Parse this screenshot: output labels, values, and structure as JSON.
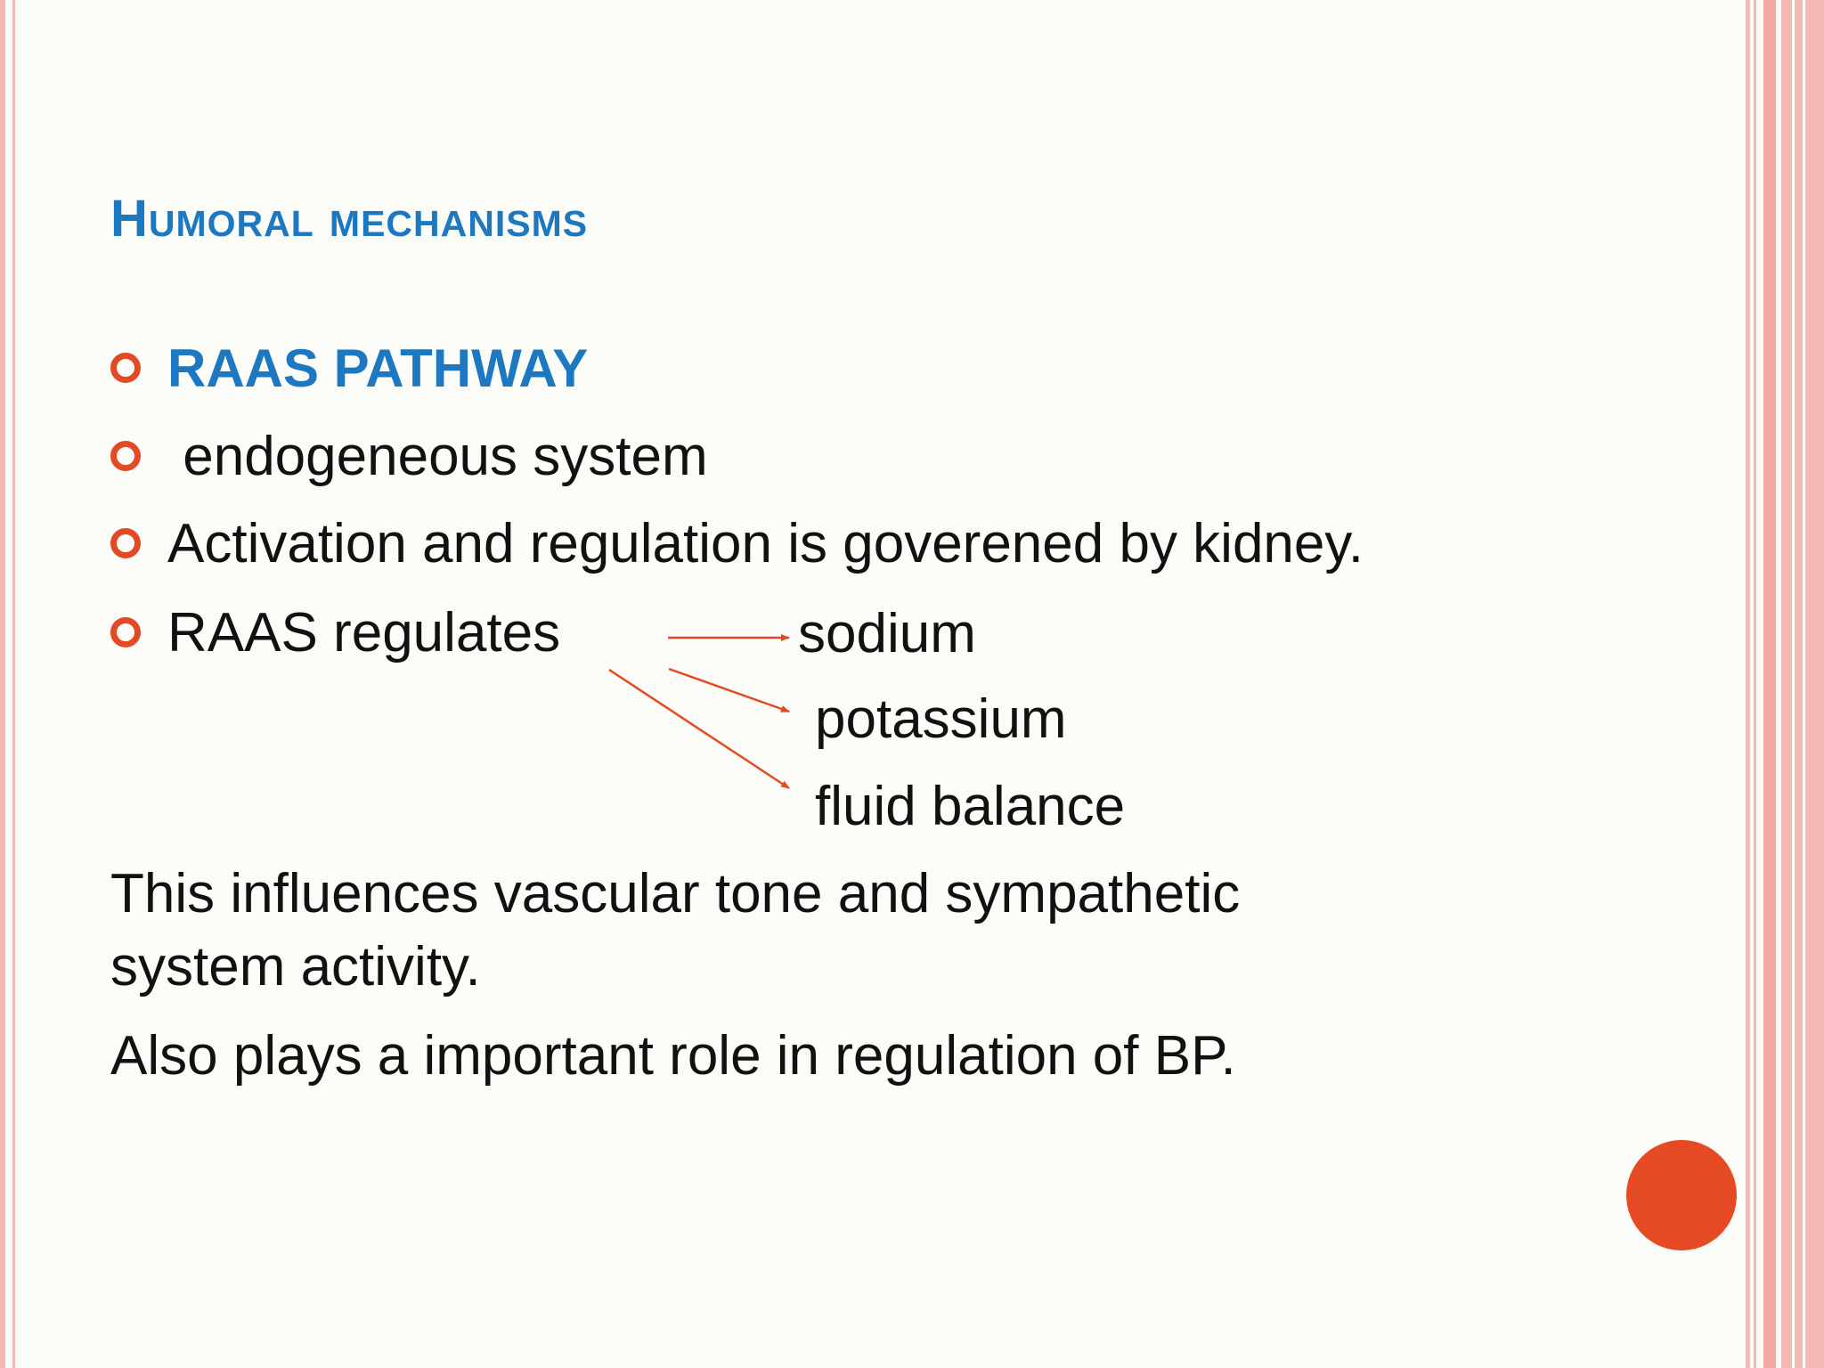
{
  "slide": {
    "title": "Humoral mechanisms",
    "bullets": [
      {
        "text": "RAAS PATHWAY",
        "style": "heading"
      },
      {
        "text": " endogeneous system"
      },
      {
        "text": "Activation and regulation is goverened by kidney."
      },
      {
        "text": "RAAS regulates"
      }
    ],
    "targets": [
      "sodium",
      "potassium",
      "fluid balance"
    ],
    "paragraphs": [
      "This influences vascular tone and sympathetic",
      "system activity.",
      "Also plays a important role in regulation of BP."
    ]
  },
  "colors": {
    "accent_blue": "#1c78c0",
    "accent_orange": "#e24a23",
    "border_pink": "#f2b8b4",
    "background": "#fbfbf7"
  },
  "icons": {
    "bullet": "ring-bullet-icon",
    "arrow": "arrow-right-icon",
    "decoration": "orange-circle-icon"
  }
}
